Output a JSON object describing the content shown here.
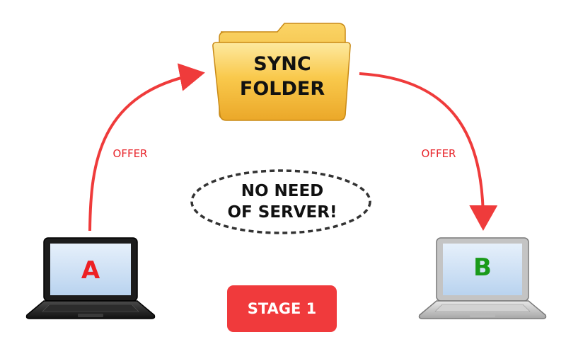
{
  "folder": {
    "line1": "SYNC",
    "line2": "FOLDER"
  },
  "arrows": {
    "left_label": "OFFER",
    "right_label": "OFFER"
  },
  "note": {
    "line1": "NO NEED",
    "line2": "OF SERVER!"
  },
  "laptops": {
    "a": {
      "letter": "A",
      "letter_color": "#ed2024",
      "body_color": "#1a1a1a"
    },
    "b": {
      "letter": "B",
      "letter_color": "#1a9a1a",
      "body_color": "#c0c0c0"
    }
  },
  "stage": {
    "label": "STAGE 1",
    "color": "#f03a3c"
  },
  "colors": {
    "arrow": "#ef3b3b",
    "folder_fill": "#f7bf3a"
  }
}
